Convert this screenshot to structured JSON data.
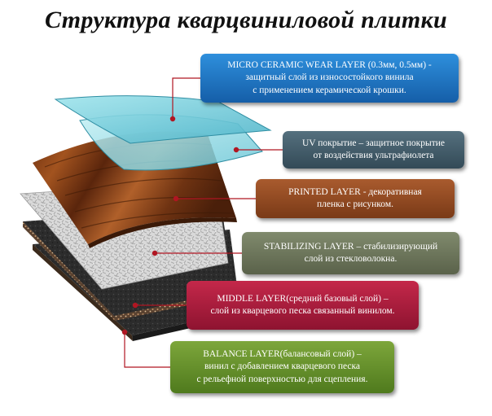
{
  "title": "Структура кварцвиниловой плитки",
  "layers": [
    {
      "id": "micro-ceramic-wear-layer",
      "color": "#1e78c8",
      "lines": [
        "MICRO CERAMIC WEAR LAYER (0.3мм, 0.5мм) -",
        "защитный слой из износостойкого винила",
        "с применением керамической крошки."
      ]
    },
    {
      "id": "uv-coating",
      "color": "#465e6b",
      "lines": [
        "UV покрытие – защитное покрытие",
        "от воздействия ультрафиолета"
      ]
    },
    {
      "id": "printed-layer",
      "color": "#8f4722",
      "lines": [
        "PRINTED LAYER -  декоративная",
        "пленка с рисунком."
      ]
    },
    {
      "id": "stabilizing-layer",
      "color": "#6b735a",
      "lines": [
        "STABILIZING  LAYER – стабилизирующий",
        "слой из стекловолокна."
      ]
    },
    {
      "id": "middle-layer",
      "color": "#a81c3c",
      "lines": [
        "MIDDLE LAYER(средний базовый слой) –",
        "слой из кварцевого песка связанный винилом."
      ]
    },
    {
      "id": "balance-layer",
      "color": "#658f2c",
      "lines": [
        "BALANCE LAYER(балансовый слой) –",
        "винил с добавлением кварцевого песка",
        "с рельефной поверхностью для сцепления."
      ]
    }
  ]
}
